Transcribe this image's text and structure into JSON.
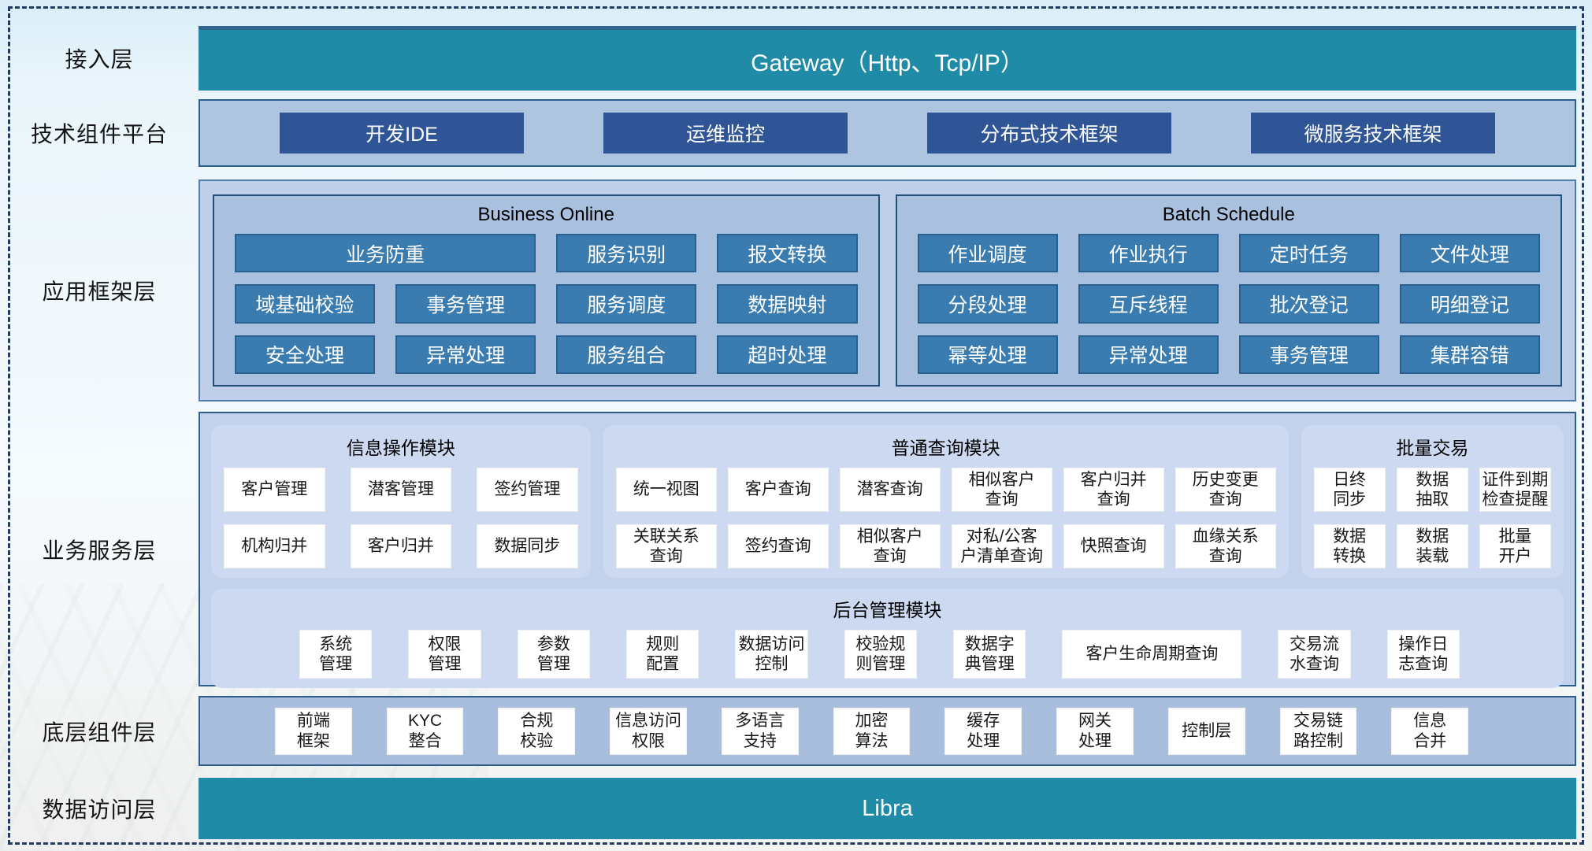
{
  "colors": {
    "teal_bar": "#1F8BA6",
    "band_blue": "#AEC5E0",
    "dark_blue_button": "#2F5597",
    "steel_blue_button": "#3A7CB0",
    "framework_panel": "#A9C0DE",
    "app_outer_box": "#BFCFE9",
    "business_outer_box": "#C3D2EC",
    "lavender_module": "#CDD9F0",
    "border_navy": "#1F4E79",
    "dashed_frame": "#243A5E"
  },
  "access_layer": {
    "label": "接入层",
    "gateway": "Gateway（Http、Tcp/IP）"
  },
  "tech_platform": {
    "label": "技术组件平台",
    "items": [
      "开发IDE",
      "运维监控",
      "分布式技术框架",
      "微服务技术框架"
    ]
  },
  "app_framework": {
    "label": "应用框架层",
    "business_online": {
      "title": "Business Online",
      "wide_item": "业务防重",
      "items": [
        "服务识别",
        "报文转换",
        "域基础校验",
        "事务管理",
        "服务调度",
        "数据映射",
        "安全处理",
        "异常处理",
        "服务组合",
        "超时处理"
      ]
    },
    "batch_schedule": {
      "title": "Batch Schedule",
      "items": [
        "作业调度",
        "作业执行",
        "定时任务",
        "文件处理",
        "分段处理",
        "互斥线程",
        "批次登记",
        "明细登记",
        "幂等处理",
        "异常处理",
        "事务管理",
        "集群容错"
      ]
    }
  },
  "business_service": {
    "label": "业务服务层",
    "info_module": {
      "title": "信息操作模块",
      "items": [
        "客户管理",
        "潜客管理",
        "签约管理",
        "机构归并",
        "客户归并",
        "数据同步"
      ]
    },
    "query_module": {
      "title": "普通查询模块",
      "items": [
        "统一视图",
        "客户查询",
        "潜客查询",
        "相似客户\n查询",
        "客户归并\n查询",
        "历史变更\n查询",
        "关联关系\n查询",
        "签约查询",
        "相似客户\n查询",
        "对私/公客\n户清单查询",
        "快照查询",
        "血缘关系\n查询"
      ]
    },
    "batch_module": {
      "title": "批量交易",
      "items": [
        "日终\n同步",
        "数据\n抽取",
        "证件到期\n检查提醒",
        "数据\n转换",
        "数据\n装载",
        "批量\n开户"
      ]
    },
    "admin_module": {
      "title": "后台管理模块",
      "items": [
        "系统\n管理",
        "权限\n管理",
        "参数\n管理",
        "规则\n配置",
        "数据访问\n控制",
        "校验规\n则管理",
        "数据字\n典管理",
        {
          "t": "客户生命周期查询",
          "wide": true
        },
        "交易流\n水查询",
        "操作日\n志查询"
      ]
    }
  },
  "bottom_components": {
    "label": "底层组件层",
    "items": [
      "前端\n框架",
      "KYC\n整合",
      "合规\n校验",
      "信息访问\n权限",
      "多语言\n支持",
      "加密\n算法",
      "缓存\n处理",
      "网关\n处理",
      "控制层",
      "交易链\n路控制",
      "信息\n合并"
    ]
  },
  "data_access": {
    "label": "数据访问层",
    "bar": "Libra"
  }
}
